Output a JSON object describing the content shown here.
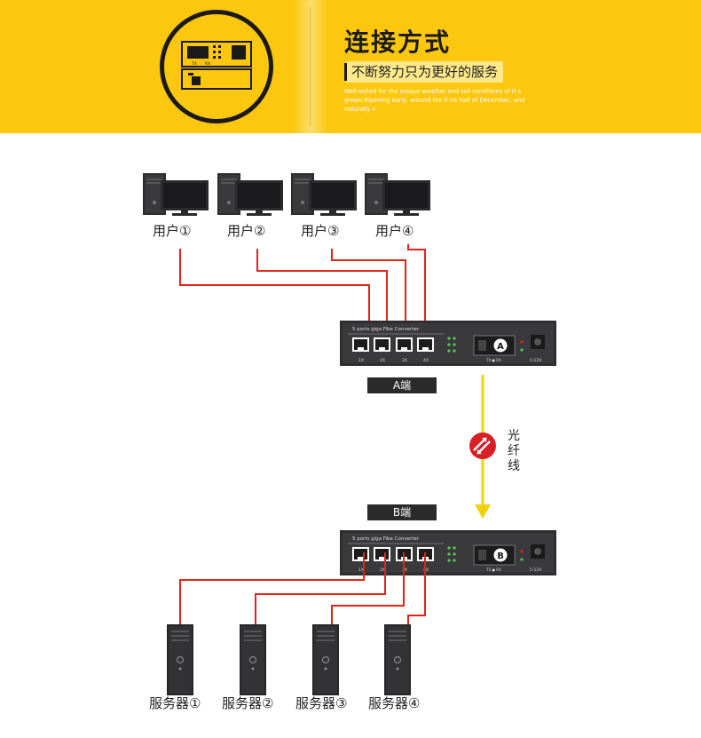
{
  "header": {
    "title": "连接方式",
    "subtitle": "不断努力只为更好的服务",
    "english_text": "Well-suited for the unique weather and soil conditions of H s grown.Ripening early, around the fi rst half of December, and naturally s",
    "device_tx": "TX",
    "device_rx": "RX"
  },
  "users": [
    "用户①",
    "用户②",
    "用户③",
    "用户④"
  ],
  "servers": [
    "服务器①",
    "服务器②",
    "服务器③",
    "服务器④"
  ],
  "converter_a": {
    "panel_text": "5 ports giga Fibe Converter",
    "ports": [
      "1X",
      "2X",
      "3X",
      "4X"
    ],
    "badge": "A",
    "sfp_label": "TX ● RX",
    "power_label": "5-12V",
    "tag": "A端"
  },
  "converter_b": {
    "panel_text": "5 ports giga Fibe Converter",
    "ports": [
      "1X",
      "2X",
      "3X",
      "4X"
    ],
    "badge": "B",
    "sfp_label": "TX ● RX",
    "power_label": "5-12V",
    "tag": "B端"
  },
  "fiber_label": "光纤线",
  "colors": {
    "header_bg": "#fbc70f",
    "cable": "#e02418",
    "fiber": "#f0d20a",
    "fiber_icon": "#d91f26",
    "device": "#2e2e30"
  }
}
